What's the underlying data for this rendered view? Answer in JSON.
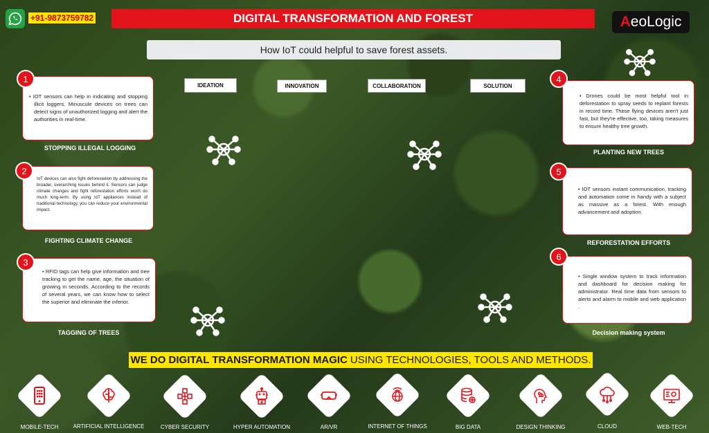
{
  "header": {
    "phone": "+91-9873759782",
    "title": "DIGITAL TRANSFORMATION AND FOREST",
    "logo_prefix": "A",
    "logo_text": "eoLogic",
    "subtitle": "How IoT could helpful to save forest assets."
  },
  "stages": [
    "IDEATION",
    "INNOVATION",
    "COLLABORATION",
    "SOLUTION"
  ],
  "cards": [
    {
      "num": "1",
      "text": "IOT sensors can help in indicating and stopping illicit loggers. Minuscule devices on trees can detect signs of unauthorized logging and alert the authorities in real-time.",
      "label": "STOPPING ILLEGAL LOGGING"
    },
    {
      "num": "2",
      "text": "IoT devices can also fight deforestation by addressing the broader, overarching issues behind it. Sensors can judge climate changes and fight reforestation efforts won't do much long-term. By using IoT appliances instead of traditional technology, you can reduce your environmental impact.",
      "label": "FIGHTING CLIMATE CHANGE"
    },
    {
      "num": "3",
      "text": "RFID tags can help give information and tree tracking to get the name, age, the situation of growing in seconds. According to the records of several years, we can know how to select the superior and eliminate the inferior.",
      "label": "TAGGING OF TREES"
    },
    {
      "num": "4",
      "text": "Drones could be most helpful tool in deforestation to spray seeds to replant forests in record time. These flying devices aren't just fast, but they're effective, too, taking measures to ensure healthy tree growth.",
      "label": "PLANTING NEW TREES"
    },
    {
      "num": "5",
      "text": "IOT sensors instant communication, tracking and automation come in handy with a subject as massive as a forest. With enough advancement and adoption.",
      "label": "REFORESTATION EFFORTS"
    },
    {
      "num": "6",
      "text": "Single window system to track information and dashboard for decision making for administrator. Real time data from sensors to alerts and alarm to mobile and web application .",
      "label": "Decision making system"
    }
  ],
  "tagline": {
    "bold": "WE DO DIGITAL TRANSFORMATION MAGIC",
    "rest": "USING TECHNOLOGIES, TOOLS AND METHODS."
  },
  "technologies": [
    {
      "label": "MOBILE-TECH",
      "icon": "mobile-icon"
    },
    {
      "label": "ARTIFICIAL INTELLIGENCE",
      "icon": "brain-chip-icon"
    },
    {
      "label": "CYBER SECURITY",
      "icon": "network-cubes-icon"
    },
    {
      "label": "HYPER AUTOMATION",
      "icon": "robot-icon"
    },
    {
      "label": "AR/VR",
      "icon": "vr-headset-icon"
    },
    {
      "label": "INTERNET OF THINGS",
      "icon": "iot-globe-icon"
    },
    {
      "label": "BIG DATA",
      "icon": "database-icon"
    },
    {
      "label": "DESIGN THINKING",
      "icon": "head-circuit-icon"
    },
    {
      "label": "CLOUD",
      "icon": "cloud-icon"
    },
    {
      "label": "WEB-TECH",
      "icon": "monitor-gear-icon"
    }
  ],
  "colors": {
    "accent": "#e3131b",
    "highlight": "#ffe600"
  }
}
